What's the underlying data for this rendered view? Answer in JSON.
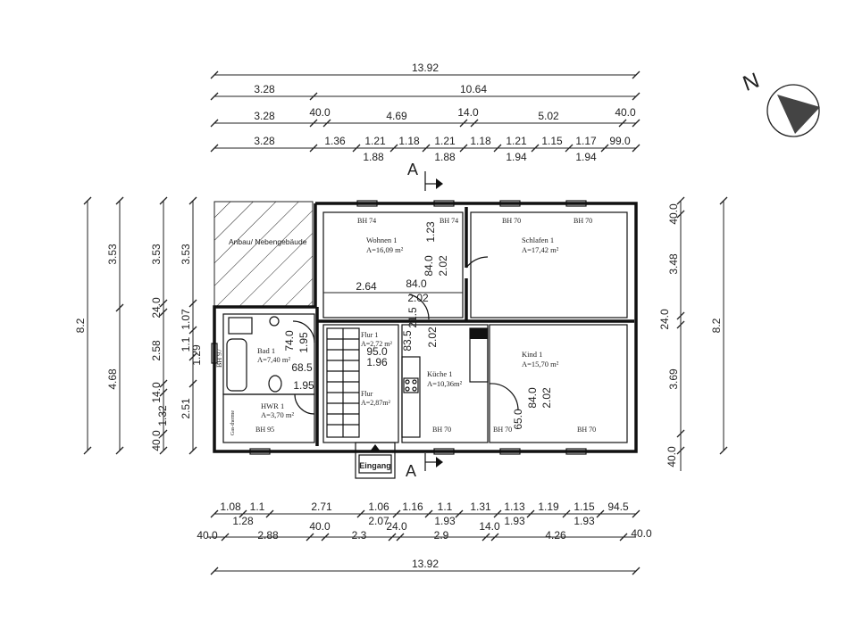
{
  "north_label": "N",
  "section_label": "A",
  "dimensions_top": [
    [
      "13.92"
    ],
    [
      "3.28",
      "10.64"
    ],
    [
      "3.28",
      "40.0",
      "4.69",
      "14.0",
      "5.02",
      "40.0"
    ],
    [
      "3.28",
      "1.36",
      "1.21",
      "1.18",
      "1.21",
      "1.18",
      "1.21",
      "1.15",
      "1.17",
      "99.0"
    ],
    [
      "1.88",
      "1.88",
      "1.94",
      "1.94"
    ]
  ],
  "dimensions_bottom": [
    [
      "1.08",
      "1.1",
      "2.71",
      "1.06",
      "1.16",
      "1.1",
      "1.31",
      "1.13",
      "1.19",
      "1.15",
      "94.5"
    ],
    [
      "1.28",
      "2.07",
      "1.93",
      "1.93",
      "1.93"
    ],
    [
      "40.0",
      "2.88",
      "40.0",
      "2.3",
      "24.0",
      "2.9",
      "14.0",
      "4.26",
      "40.0"
    ],
    [
      "13.92"
    ]
  ],
  "dimensions_left": {
    "outer": "8.2",
    "col2": [
      "3.53",
      "4.68"
    ],
    "col3": [
      "3.53",
      "24.0",
      "2.58",
      "14.0",
      "2.51",
      "1.32",
      "40.0"
    ],
    "col4": [
      "3.53",
      "1.07",
      "1.1",
      "1.29"
    ]
  },
  "dimensions_right": {
    "col1": [
      "40.0",
      "3.48",
      "24.0",
      "3.69",
      "40.0"
    ],
    "outer": "8.2"
  },
  "rooms": [
    {
      "name": "Wohnen 1",
      "area": "A=16,09 m²"
    },
    {
      "name": "Schlafen 1",
      "area": "A=17,42 m²"
    },
    {
      "name": "Kind 1",
      "area": "A=15,70 m²"
    },
    {
      "name": "Küche 1",
      "area": "A=10,36m²"
    },
    {
      "name": "Flur 1",
      "area": "A=2,72 m²"
    },
    {
      "name": "Flur",
      "area": "A=2,87m²"
    },
    {
      "name": "Bad 1",
      "area": "A=7,40 m²"
    },
    {
      "name": "HWR 1",
      "area": "A=3,70 m²"
    }
  ],
  "annex_label": "Anbau/ Nebengebäude",
  "entrance_label": "Eingang",
  "window_labels": {
    "wohnen_left": "BH 74",
    "wohnen_right": "BH 74",
    "schlafen_left": "BH 70",
    "schlafen_right": "BH 70",
    "kueche": "BH 70",
    "kind_left": "BH 70",
    "kind_right": "BH 70",
    "hwr": "BH 95",
    "bad_side": "BH 97"
  },
  "gas_label": "Gas-therme",
  "interior_dims": {
    "wohnen_width": "2.64",
    "wohnen_h": "1.23",
    "wohnen_door": "84.0",
    "wohnen_door_h": "2.02",
    "flur_door_w": "84.0",
    "flur_door_h": "2.02",
    "flur_215": "21.5",
    "flur_835": "83.5",
    "flur_202b": "2.02",
    "flur_950": "95.0",
    "flur_196": "1.96",
    "bad_door": "74.0",
    "bad_door_h": "1.95",
    "bad_685": "68.5",
    "bad_95": "1.95",
    "kind_door": "84.0",
    "kind_door_h": "2.02",
    "kind_65": "65.0"
  }
}
